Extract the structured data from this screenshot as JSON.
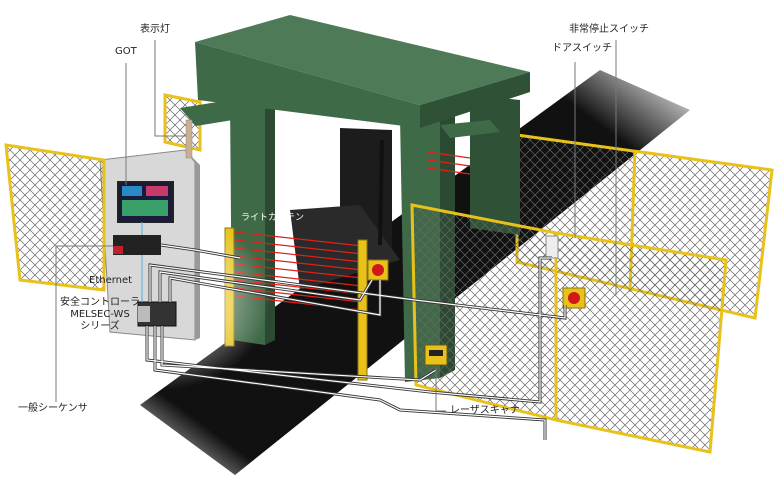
{
  "labels": {
    "indicator_light": "表示灯",
    "got": "GOT",
    "emergency_stop": "非常停止スイッチ",
    "door_switch": "ドアスイッチ",
    "light_curtain": "ライトカーテン",
    "ethernet": "Ethernet",
    "safety_controller": [
      "安全コントローラ",
      "MELSEC-WS",
      "シリーズ"
    ],
    "general_plc": "一般シーケンサ",
    "laser_scanner": "レーザスキャナ"
  },
  "colors": {
    "structure_green": "#3f6a47",
    "fence_yellow": "#e8c21a",
    "curtain_red": "#e0201a",
    "conveyor": "#111111"
  }
}
